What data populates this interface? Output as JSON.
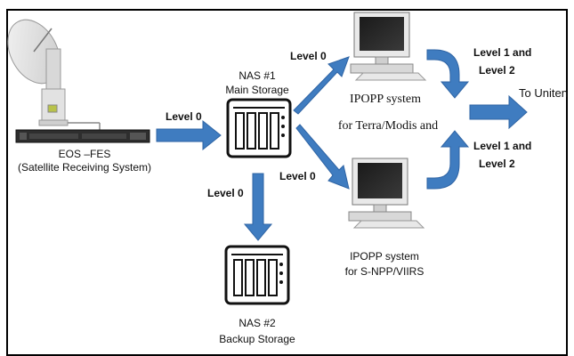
{
  "colors": {
    "arrow": "#3f7cc0",
    "arrow_stroke": "#2f64a4",
    "device": "#111111",
    "text": "#111111"
  },
  "nodes": {
    "eos": {
      "line1": "EOS –FES",
      "line2": "(Satellite Receiving System)"
    },
    "nas1": {
      "line1": "NAS #1",
      "line2": "Main Storage"
    },
    "nas2": {
      "line1": "NAS #2",
      "line2": "Backup Storage"
    },
    "ipopp_top": {
      "line1": "IPOPP system",
      "line2": "for Terra/Modis and"
    },
    "ipopp_bottom": {
      "line1": "IPOPP system",
      "line2": "for S-NPP/VIIRS"
    },
    "destination": "To Uniten"
  },
  "edges": {
    "eos_to_nas1": "Level 0",
    "nas1_to_ipopp_top": "Level 0",
    "nas1_to_ipopp_bottom": "Level 0",
    "nas1_to_nas2": "Level 0",
    "ipopp_top_out_line1": "Level 1 and",
    "ipopp_top_out_line2": "Level 2",
    "ipopp_bottom_out_line1": "Level 1 and",
    "ipopp_bottom_out_line2": "Level 2"
  },
  "icons": [
    "satellite-dish-icon",
    "server-rack-icon",
    "nas-icon",
    "desktop-computer-icon"
  ]
}
